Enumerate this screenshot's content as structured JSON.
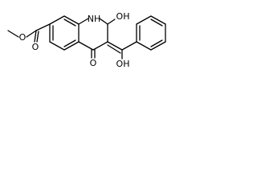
{
  "atoms": {
    "ester_carbonyl_o": "O",
    "ester_ether_o": "O",
    "ring_nh": "NH",
    "c2_oh": "OH",
    "c4_o": "O",
    "enol_oh": "OH"
  },
  "colors": {
    "bond": "#000000",
    "label": "#000000",
    "background": "#ffffff"
  }
}
